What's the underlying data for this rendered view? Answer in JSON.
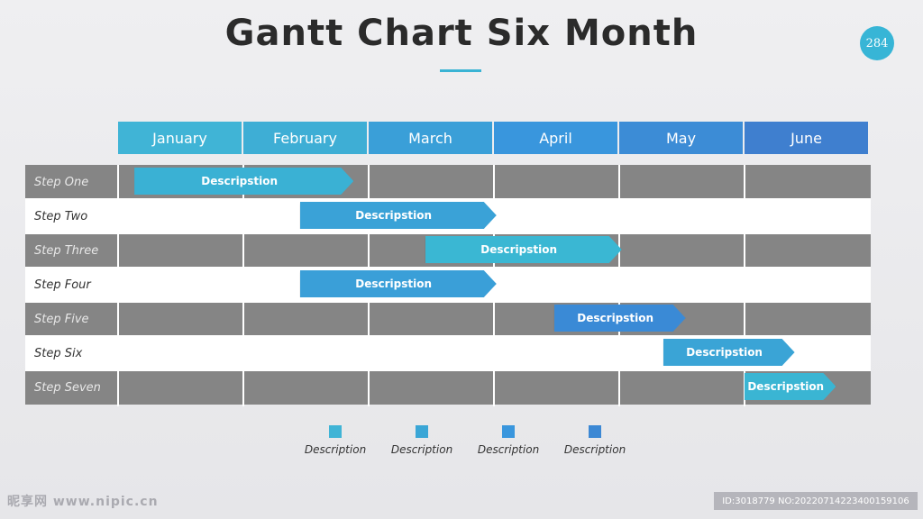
{
  "slide": {
    "title": "Gantt Chart Six Month",
    "page_number": "284",
    "accent_color": "#3ab3d4"
  },
  "chart_data": {
    "type": "gantt",
    "title": "Gantt Chart Six Month",
    "months": [
      {
        "label": "January",
        "color": "#40b4d6"
      },
      {
        "label": "February",
        "color": "#3eaed5"
      },
      {
        "label": "March",
        "color": "#3a9fd8"
      },
      {
        "label": "April",
        "color": "#3996dd"
      },
      {
        "label": "May",
        "color": "#3c8cd6"
      },
      {
        "label": "June",
        "color": "#3f7fcf"
      }
    ],
    "row_shading": [
      "dark",
      "light",
      "dark",
      "light",
      "dark",
      "light",
      "dark"
    ],
    "tasks": [
      {
        "step": "Step One",
        "label": "Descripstion",
        "start_month": 0.13,
        "end_month": 1.88,
        "color": "#3ab1d4"
      },
      {
        "step": "Step Two",
        "label": "Descripstion",
        "start_month": 1.45,
        "end_month": 3.02,
        "color": "#3aa2d7"
      },
      {
        "step": "Step Three",
        "label": "Descripstion",
        "start_month": 2.45,
        "end_month": 4.02,
        "color": "#3ab7d3"
      },
      {
        "step": "Step Four",
        "label": "Descripstion",
        "start_month": 1.45,
        "end_month": 3.02,
        "color": "#3a9fd8"
      },
      {
        "step": "Step Five",
        "label": "Descripstion",
        "start_month": 3.48,
        "end_month": 4.53,
        "color": "#3a8ad6"
      },
      {
        "step": "Step Six",
        "label": "Descripstion",
        "start_month": 4.35,
        "end_month": 5.4,
        "color": "#3aa4d6"
      },
      {
        "step": "Step Seven",
        "label": "Descripstion",
        "start_month": 5.0,
        "end_month": 5.73,
        "color": "#3ab5d3"
      }
    ],
    "legend": [
      {
        "label": "Description",
        "color": "#40b4d6"
      },
      {
        "label": "Description",
        "color": "#3aa6d6"
      },
      {
        "label": "Description",
        "color": "#3996dd"
      },
      {
        "label": "Description",
        "color": "#3c88d4"
      }
    ]
  },
  "watermark": {
    "text": "昵享网 www.nipic.cn",
    "id_text": "ID:3018779 NO:20220714223400159106"
  }
}
